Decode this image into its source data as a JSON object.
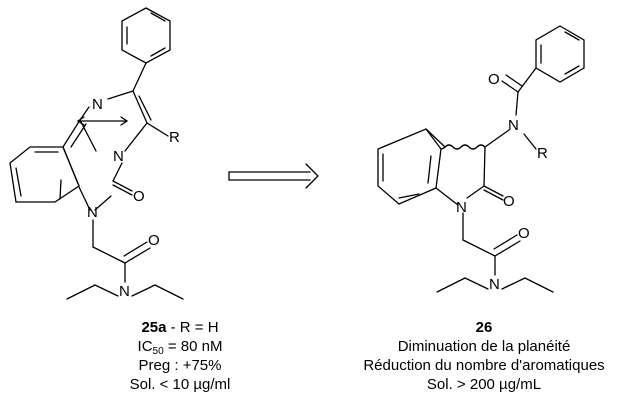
{
  "atoms": {
    "n": "N",
    "o": "O",
    "r": "R"
  },
  "compound_25a": {
    "id": "25a",
    "substituent": " - R = H",
    "ic50_label": "IC",
    "ic50_sub": "50",
    "ic50_value": " = 80 nM",
    "preg": "Preg : +75%",
    "solubility": "Sol. < 10 µg/ml"
  },
  "compound_26": {
    "id": "26",
    "line1": "Diminuation de la planéité",
    "line2": "Réduction du nombre d'aromatiques",
    "solubility": "Sol. > 200 µg/mL"
  }
}
